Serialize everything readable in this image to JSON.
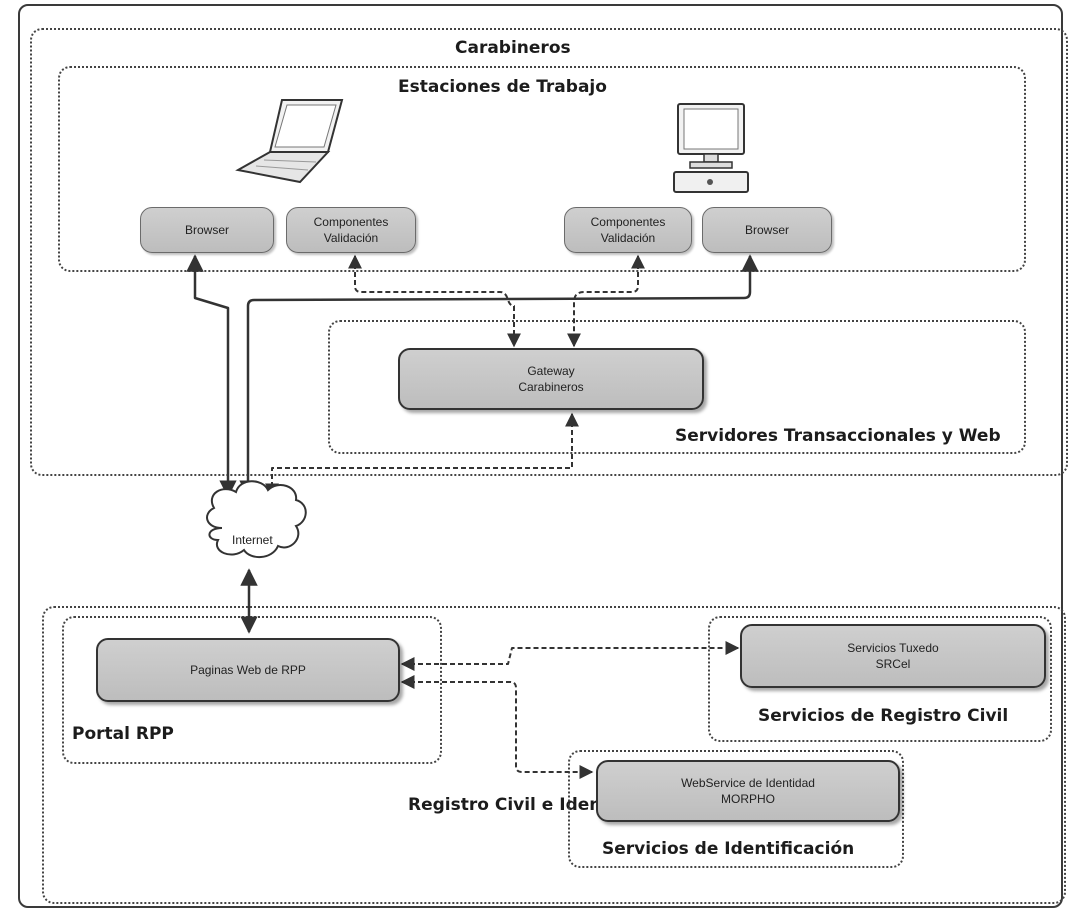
{
  "zones": {
    "carabineros": "Carabineros",
    "estaciones": "Estaciones de Trabajo",
    "servidores": "Servidores Transaccionales y Web",
    "registro": "Registro Civil e Identificación",
    "portal": "Portal RPP",
    "srcivil": "Servicios de Registro Civil",
    "identificacion": "Servicios de Identificación"
  },
  "nodes": {
    "browser_left": "Browser",
    "comp_left": "Componentes\nValidación",
    "comp_right": "Componentes\nValidación",
    "browser_right": "Browser",
    "gateway": "Gateway\nCarabineros",
    "internet": "Internet",
    "paginas": "Paginas Web de RPP",
    "tuxedo": "Servicios Tuxedo\nSRCel",
    "webservice": "WebService  de Identidad\nMORPHO"
  },
  "icons": [
    "laptop-icon",
    "desktop-computer-icon",
    "cloud-icon"
  ]
}
